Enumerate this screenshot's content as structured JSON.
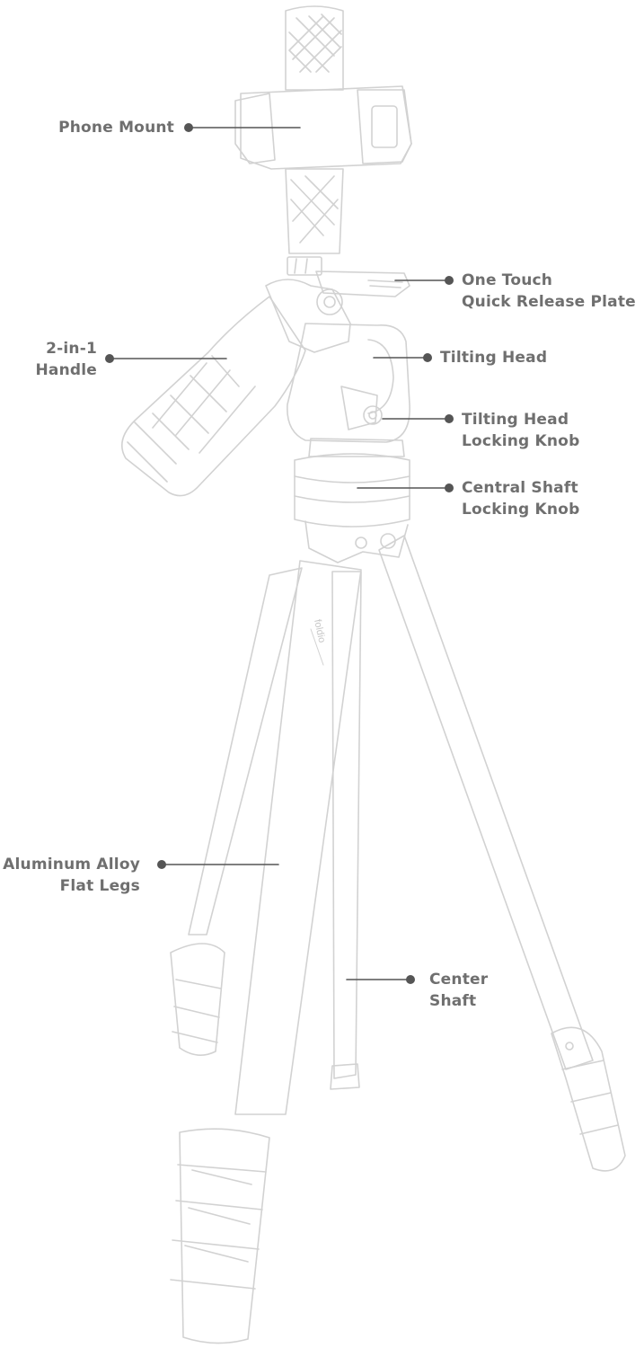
{
  "callouts": {
    "phone_mount": {
      "lines": [
        "Phone Mount"
      ]
    },
    "quick_release": {
      "lines": [
        "One Touch",
        "Quick Release Plate"
      ]
    },
    "handle": {
      "lines": [
        "2-in-1",
        "Handle"
      ]
    },
    "tilting_head": {
      "lines": [
        "Tilting Head"
      ]
    },
    "tilting_knob": {
      "lines": [
        "Tilting Head",
        "Locking Knob"
      ]
    },
    "shaft_knob": {
      "lines": [
        "Central Shaft",
        "Locking Knob"
      ]
    },
    "legs": {
      "lines": [
        "Aluminum Alloy",
        "Flat Legs"
      ]
    },
    "center_shaft": {
      "lines": [
        "Center",
        "Shaft"
      ]
    }
  },
  "brand_mark": "foldio",
  "colors": {
    "label": "#6f6f6f",
    "leader": "#555555",
    "outline": "#d2d2d2"
  }
}
